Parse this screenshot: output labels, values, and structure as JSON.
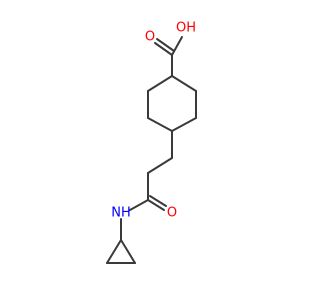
{
  "molecule": {
    "colors": {
      "bond": "#3a3a3a",
      "oxygen": "#ff0000",
      "nitrogen": "#0000ff"
    },
    "atoms": {
      "oh": {
        "text": "OH",
        "element": "O"
      },
      "o_acid": {
        "text": "O",
        "element": "O"
      },
      "o_amide": {
        "text": "O",
        "element": "O"
      },
      "nh": {
        "text": "NH",
        "element": "N"
      }
    }
  }
}
